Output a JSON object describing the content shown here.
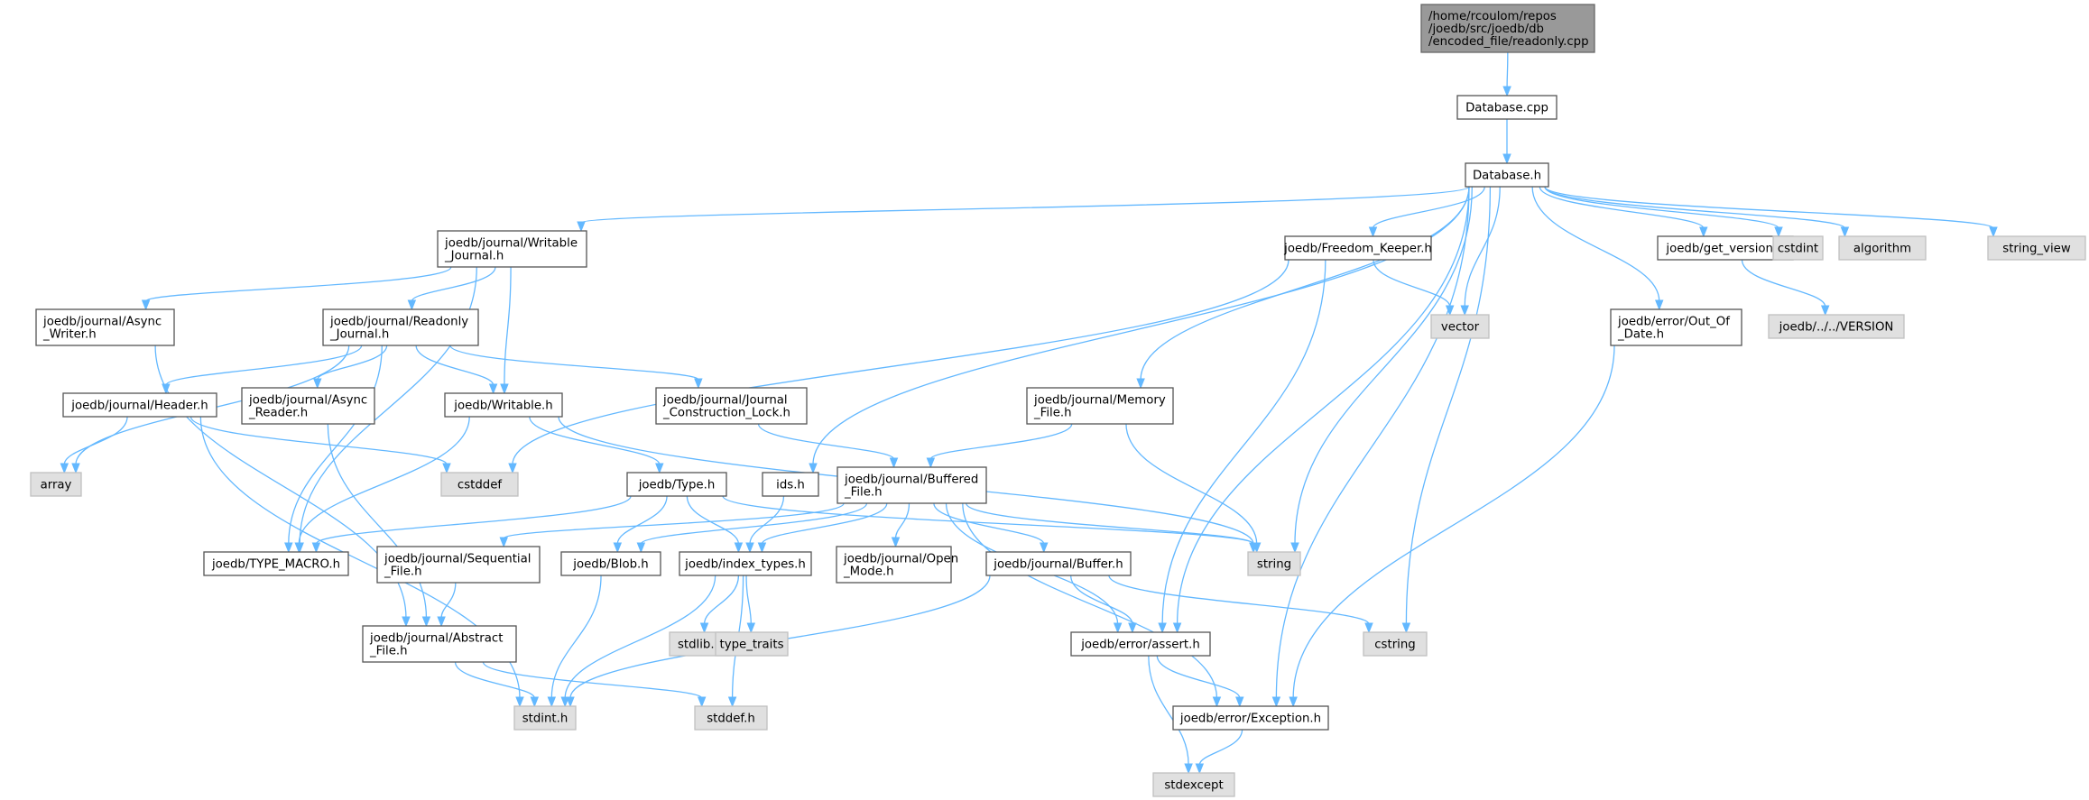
{
  "nodes": [
    {
      "id": "root",
      "kind": "root",
      "lines": [
        "/home/rcoulom/repos",
        "/joedb/src/joedb/db",
        "/encoded_file/readonly.cpp"
      ]
    },
    {
      "id": "database_cpp",
      "kind": "normal",
      "lines": [
        "Database.cpp"
      ]
    },
    {
      "id": "database_h",
      "kind": "normal",
      "lines": [
        "Database.h"
      ]
    },
    {
      "id": "writable_journal",
      "kind": "normal",
      "lines": [
        "joedb/journal/Writable",
        "_Journal.h"
      ]
    },
    {
      "id": "freedom_keeper",
      "kind": "normal",
      "lines": [
        "joedb/Freedom_Keeper.h"
      ]
    },
    {
      "id": "get_version",
      "kind": "normal",
      "lines": [
        "joedb/get_version.h"
      ]
    },
    {
      "id": "cstdint",
      "kind": "system",
      "lines": [
        "cstdint"
      ]
    },
    {
      "id": "algorithm",
      "kind": "system",
      "lines": [
        "algorithm"
      ]
    },
    {
      "id": "string_view",
      "kind": "system",
      "lines": [
        "string_view"
      ]
    },
    {
      "id": "async_writer",
      "kind": "normal",
      "lines": [
        "joedb/journal/Async",
        "_Writer.h"
      ]
    },
    {
      "id": "readonly_journal",
      "kind": "normal",
      "lines": [
        "joedb/journal/Readonly",
        "_Journal.h"
      ]
    },
    {
      "id": "vector",
      "kind": "system",
      "lines": [
        "vector"
      ]
    },
    {
      "id": "version",
      "kind": "system",
      "lines": [
        "joedb/../../VERSION"
      ]
    },
    {
      "id": "out_of_date",
      "kind": "normal",
      "lines": [
        "joedb/error/Out_Of",
        "_Date.h"
      ]
    },
    {
      "id": "header",
      "kind": "normal",
      "lines": [
        "joedb/journal/Header.h"
      ]
    },
    {
      "id": "async_reader",
      "kind": "normal",
      "lines": [
        "joedb/journal/Async",
        "_Reader.h"
      ]
    },
    {
      "id": "writable_h",
      "kind": "normal",
      "lines": [
        "joedb/Writable.h"
      ]
    },
    {
      "id": "journal_lock",
      "kind": "normal",
      "lines": [
        "joedb/journal/Journal",
        "_Construction_Lock.h"
      ]
    },
    {
      "id": "memory_file",
      "kind": "normal",
      "lines": [
        "joedb/journal/Memory",
        "_File.h"
      ]
    },
    {
      "id": "array",
      "kind": "system",
      "lines": [
        "array"
      ]
    },
    {
      "id": "cstddef",
      "kind": "system",
      "lines": [
        "cstddef"
      ]
    },
    {
      "id": "type_h",
      "kind": "normal",
      "lines": [
        "joedb/Type.h"
      ]
    },
    {
      "id": "ids_h",
      "kind": "normal",
      "lines": [
        "ids.h"
      ]
    },
    {
      "id": "buffered_file",
      "kind": "normal",
      "lines": [
        "joedb/journal/Buffered",
        "_File.h"
      ]
    },
    {
      "id": "type_macro",
      "kind": "normal",
      "lines": [
        "joedb/TYPE_MACRO.h"
      ]
    },
    {
      "id": "sequential_file",
      "kind": "normal",
      "lines": [
        "joedb/journal/Sequential",
        "_File.h"
      ]
    },
    {
      "id": "blob_h",
      "kind": "normal",
      "lines": [
        "joedb/Blob.h"
      ]
    },
    {
      "id": "index_types",
      "kind": "normal",
      "lines": [
        "joedb/index_types.h"
      ]
    },
    {
      "id": "open_mode",
      "kind": "normal",
      "lines": [
        "joedb/journal/Open",
        "_Mode.h"
      ]
    },
    {
      "id": "buffer_h",
      "kind": "normal",
      "lines": [
        "joedb/journal/Buffer.h"
      ]
    },
    {
      "id": "string",
      "kind": "system",
      "lines": [
        "string"
      ]
    },
    {
      "id": "abstract_file",
      "kind": "normal",
      "lines": [
        "joedb/journal/Abstract",
        "_File.h"
      ]
    },
    {
      "id": "stdlib",
      "kind": "system",
      "lines": [
        "stdlib.h"
      ]
    },
    {
      "id": "type_traits",
      "kind": "system",
      "lines": [
        "type_traits"
      ]
    },
    {
      "id": "assert_h",
      "kind": "normal",
      "lines": [
        "joedb/error/assert.h"
      ]
    },
    {
      "id": "cstring",
      "kind": "system",
      "lines": [
        "cstring"
      ]
    },
    {
      "id": "stdint",
      "kind": "system",
      "lines": [
        "stdint.h"
      ]
    },
    {
      "id": "stddef",
      "kind": "system",
      "lines": [
        "stddef.h"
      ]
    },
    {
      "id": "exception_h",
      "kind": "normal",
      "lines": [
        "joedb/error/Exception.h"
      ]
    },
    {
      "id": "stdexcept",
      "kind": "system",
      "lines": [
        "stdexcept"
      ]
    }
  ],
  "edges": [
    [
      "root",
      "database_cpp"
    ],
    [
      "database_cpp",
      "database_h"
    ],
    [
      "database_h",
      "writable_journal"
    ],
    [
      "database_h",
      "freedom_keeper"
    ],
    [
      "database_h",
      "get_version"
    ],
    [
      "database_h",
      "cstdint"
    ],
    [
      "database_h",
      "algorithm"
    ],
    [
      "database_h",
      "string_view"
    ],
    [
      "database_h",
      "vector"
    ],
    [
      "database_h",
      "out_of_date"
    ],
    [
      "database_h",
      "memory_file"
    ],
    [
      "database_h",
      "ids_h"
    ],
    [
      "database_h",
      "string"
    ],
    [
      "database_h",
      "assert_h"
    ],
    [
      "database_h",
      "cstring"
    ],
    [
      "database_h",
      "exception_h"
    ],
    [
      "writable_journal",
      "async_writer"
    ],
    [
      "writable_journal",
      "readonly_journal"
    ],
    [
      "writable_journal",
      "writable_h"
    ],
    [
      "writable_journal",
      "type_macro"
    ],
    [
      "async_writer",
      "abstract_file"
    ],
    [
      "readonly_journal",
      "header"
    ],
    [
      "readonly_journal",
      "async_reader"
    ],
    [
      "readonly_journal",
      "writable_h"
    ],
    [
      "readonly_journal",
      "journal_lock"
    ],
    [
      "readonly_journal",
      "array"
    ],
    [
      "readonly_journal",
      "type_macro"
    ],
    [
      "freedom_keeper",
      "vector"
    ],
    [
      "freedom_keeper",
      "cstddef"
    ],
    [
      "freedom_keeper",
      "assert_h"
    ],
    [
      "get_version",
      "version"
    ],
    [
      "out_of_date",
      "exception_h"
    ],
    [
      "header",
      "array"
    ],
    [
      "header",
      "cstddef"
    ],
    [
      "header",
      "stdint"
    ],
    [
      "async_reader",
      "abstract_file"
    ],
    [
      "writable_h",
      "type_h"
    ],
    [
      "writable_h",
      "string"
    ],
    [
      "writable_h",
      "type_macro"
    ],
    [
      "journal_lock",
      "buffered_file"
    ],
    [
      "memory_file",
      "buffered_file"
    ],
    [
      "memory_file",
      "string"
    ],
    [
      "type_h",
      "type_macro"
    ],
    [
      "type_h",
      "blob_h"
    ],
    [
      "type_h",
      "index_types"
    ],
    [
      "type_h",
      "string"
    ],
    [
      "ids_h",
      "index_types"
    ],
    [
      "buffered_file",
      "sequential_file"
    ],
    [
      "buffered_file",
      "blob_h"
    ],
    [
      "buffered_file",
      "index_types"
    ],
    [
      "buffered_file",
      "open_mode"
    ],
    [
      "buffered_file",
      "buffer_h"
    ],
    [
      "buffered_file",
      "string"
    ],
    [
      "buffered_file",
      "assert_h"
    ],
    [
      "buffered_file",
      "exception_h"
    ],
    [
      "sequential_file",
      "abstract_file"
    ],
    [
      "blob_h",
      "stdint"
    ],
    [
      "index_types",
      "stdlib"
    ],
    [
      "index_types",
      "type_traits"
    ],
    [
      "index_types",
      "stdint"
    ],
    [
      "index_types",
      "stddef"
    ],
    [
      "buffer_h",
      "assert_h"
    ],
    [
      "buffer_h",
      "cstring"
    ],
    [
      "buffer_h",
      "stdint"
    ],
    [
      "abstract_file",
      "stdint"
    ],
    [
      "abstract_file",
      "stddef"
    ],
    [
      "assert_h",
      "exception_h"
    ],
    [
      "assert_h",
      "stdexcept"
    ],
    [
      "exception_h",
      "stdexcept"
    ]
  ]
}
